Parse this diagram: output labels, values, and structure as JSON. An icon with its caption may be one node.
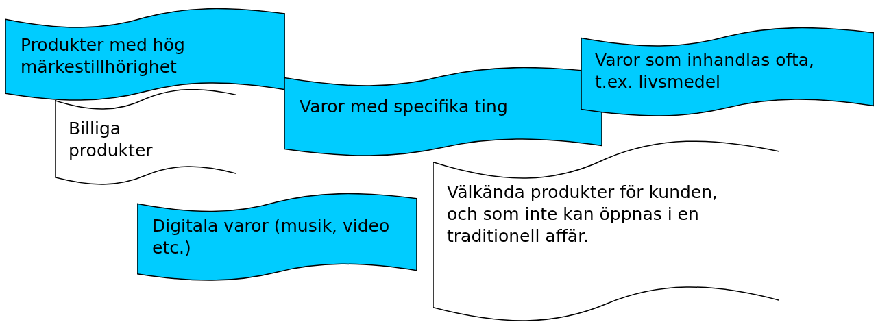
{
  "diagram": {
    "nodes": [
      {
        "text": [
          "Produkter med hög märkestillhörighet"
        ]
      },
      {
        "text": [
          "Billiga produkter"
        ]
      },
      {
        "text": [
          "Varor med specifika ting"
        ]
      },
      {
        "text": [
          "Varor som inhandlas ofta, t.ex. livsmedel"
        ]
      },
      {
        "text": [
          "Digitala varor (musik, video etc.)"
        ]
      },
      {
        "text": [
          "Välkända produkter för kunden, och som inte kan öppnas i en traditionell affär."
        ]
      }
    ]
  }
}
